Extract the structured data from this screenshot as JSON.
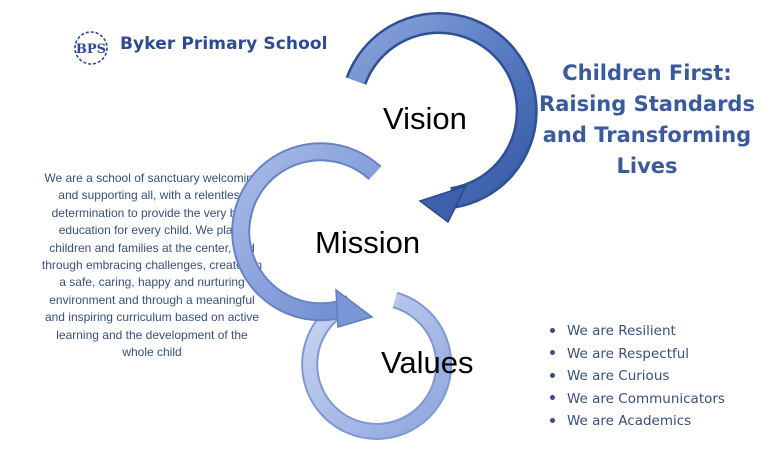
{
  "header": {
    "logo_text": "BPS",
    "school_name": "Byker Primary School"
  },
  "motto_lines": [
    "Children First:",
    "Raising Standards",
    "and Transforming",
    "Lives"
  ],
  "mission_lines": [
    "We are a school of sanctuary welcoming",
    "and supporting all, with a relentless",
    "determination to provide the very best",
    "education for every child.  We place",
    "children and families at the center, and",
    "through embracing challenges, created in",
    "a safe, caring, happy and nurturing",
    "environment and through a meaningful",
    "and inspiring curriculum based on active",
    "learning and the development of the",
    "whole child"
  ],
  "diagram": {
    "vision_label": "Vision",
    "mission_label": "Mission",
    "values_label": "Values"
  },
  "values": [
    "We are Resilient",
    "We are Respectful",
    "We are Curious",
    "We are Communicators",
    "We are Academics"
  ],
  "colors": {
    "brand": "#2d4a96",
    "arc_dark": "#4a6fb3",
    "arc_mid": "#7d97d2",
    "arc_light": "#b9c8ec"
  }
}
